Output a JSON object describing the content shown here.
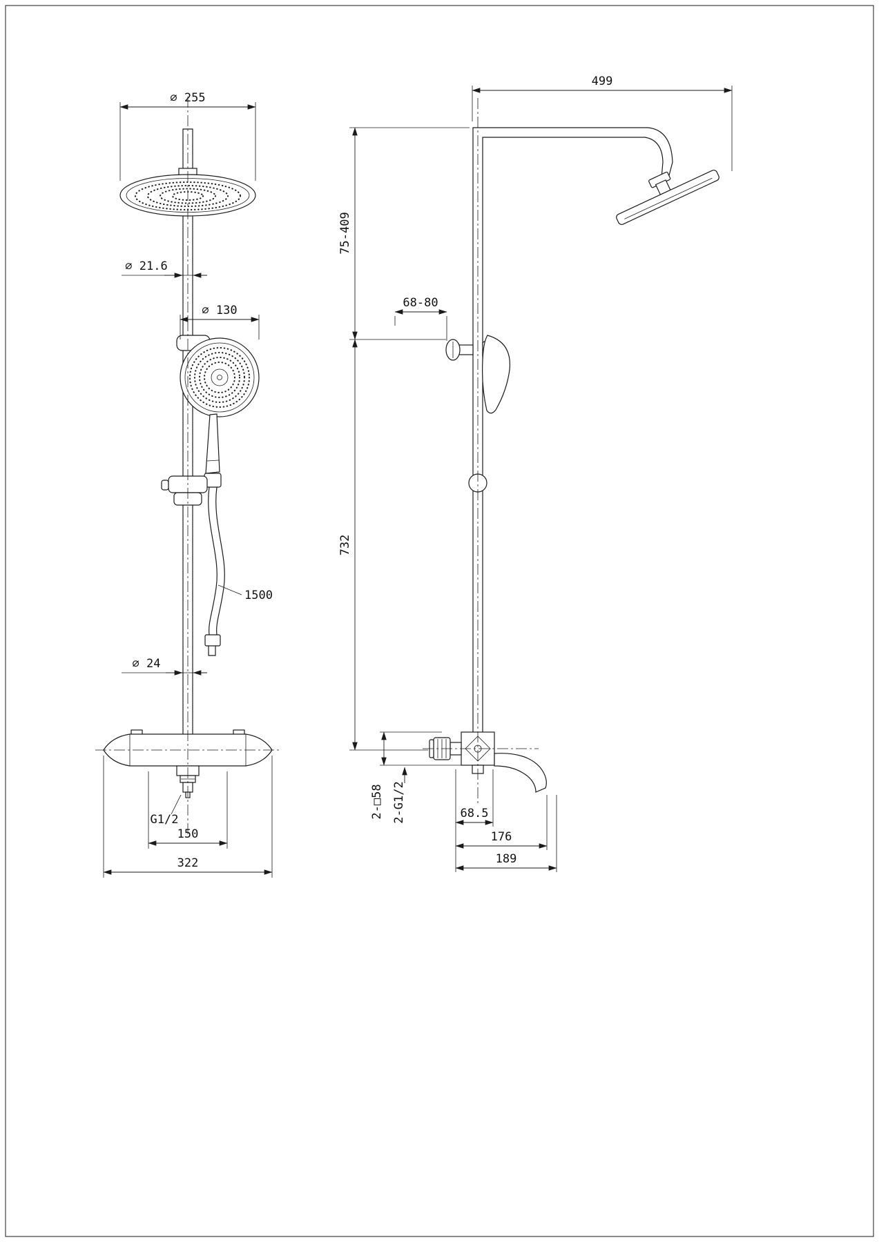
{
  "front_view": {
    "dims": {
      "head_diameter": "∅ 255",
      "riser_diameter": "∅ 21.6",
      "hand_shower_diameter": "∅ 130",
      "hose_length": "1500",
      "lower_riser_diameter": "∅ 24",
      "outlet_thread": "G1/2",
      "inlet_centres": "150",
      "body_width": "322"
    }
  },
  "side_view": {
    "dims": {
      "arm_reach": "499",
      "height_adjust_range": "75-409",
      "holder_projection": "68-80",
      "column_length": "732",
      "valve_square": "2-□58",
      "inlet_thread": "2-G1/2",
      "valve_offset": "68.5",
      "spout_reach": "176",
      "overall_projection": "189"
    }
  }
}
